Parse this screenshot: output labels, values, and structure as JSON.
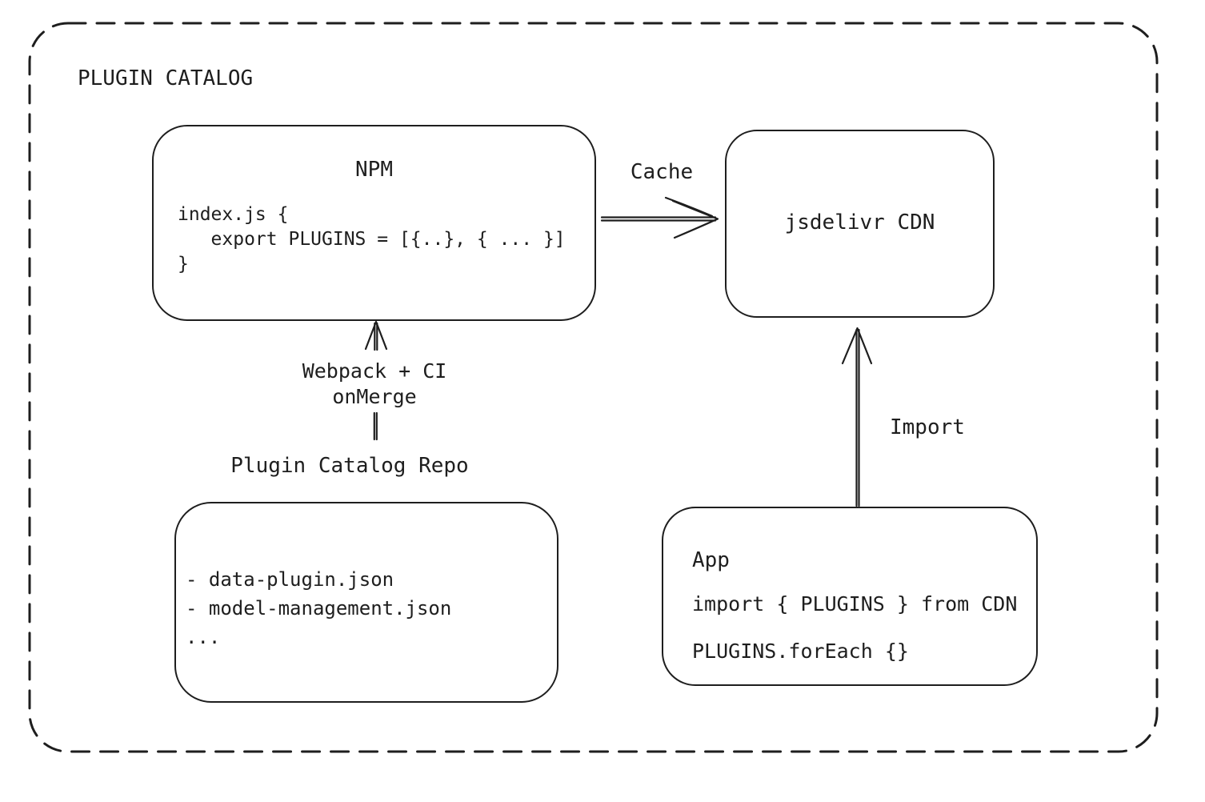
{
  "diagram": {
    "title": "PLUGIN CATALOG",
    "colors": {
      "stroke": "#1e1e1e",
      "background": "#ffffff"
    },
    "nodes": {
      "npm": {
        "title": "NPM",
        "code": {
          "line1": "index.js {",
          "line2": "   export PLUGINS = [{..}, { ... }]",
          "line3": "}"
        }
      },
      "cdn": {
        "title": "jsdelivr CDN"
      },
      "repo": {
        "title": "Plugin Catalog Repo",
        "items": {
          "line1": "- data-plugin.json",
          "line2": "- model-management.json",
          "line3": "..."
        }
      },
      "app": {
        "title": "App",
        "code": {
          "line1": "import { PLUGINS } from CDN",
          "line2": "PLUGINS.forEach {}"
        }
      }
    },
    "edges": {
      "cache": {
        "label": "Cache",
        "from": "NPM",
        "to": "jsdelivr CDN"
      },
      "build": {
        "label_line1": "Webpack + CI",
        "label_line2": "onMerge",
        "from": "Plugin Catalog Repo",
        "to": "NPM"
      },
      "import": {
        "label": "Import",
        "from": "App",
        "to": "jsdelivr CDN"
      }
    }
  }
}
